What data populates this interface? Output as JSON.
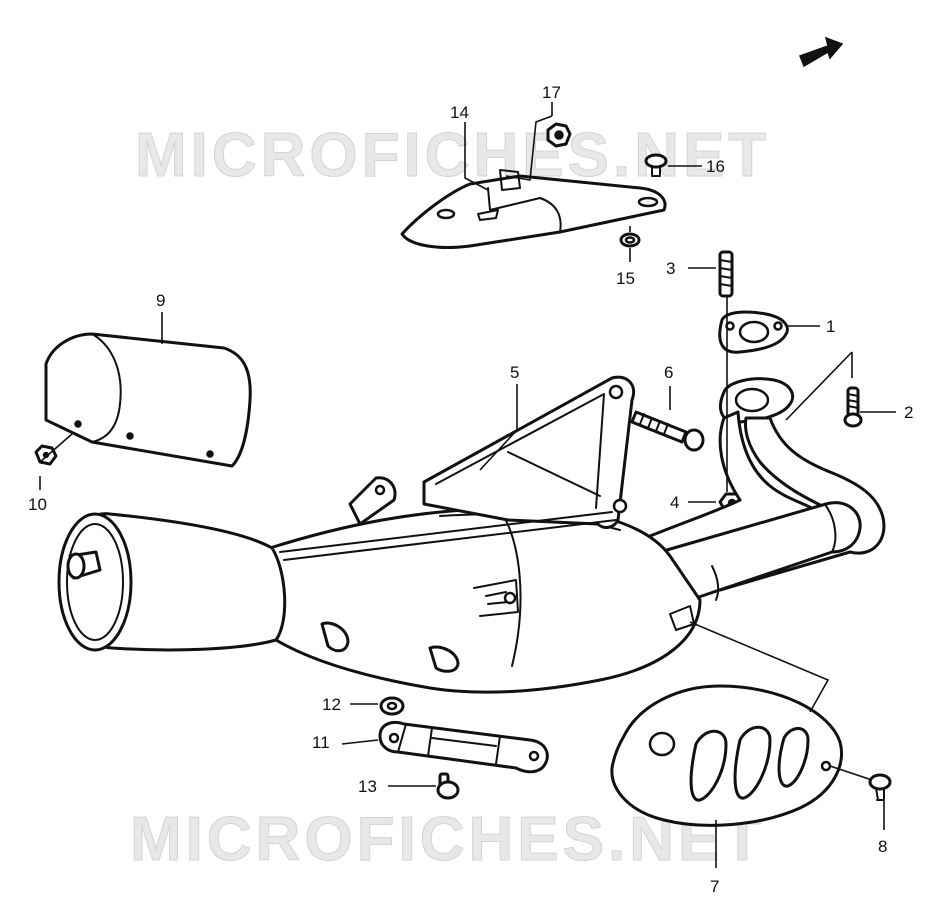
{
  "watermark": {
    "top_text": "MICROFICHES.NET",
    "bottom_text": "MICROFICHES.NET"
  },
  "icons": {
    "front_arrow": "arrow-icon"
  },
  "callouts": {
    "c1": "1",
    "c2": "2",
    "c3": "3",
    "c4": "4",
    "c5": "5",
    "c6": "6",
    "c7": "7",
    "c8": "8",
    "c9": "9",
    "c10": "10",
    "c11": "11",
    "c12": "12",
    "c13": "13",
    "c14": "14",
    "c15": "15",
    "c16": "16",
    "c17": "17"
  }
}
